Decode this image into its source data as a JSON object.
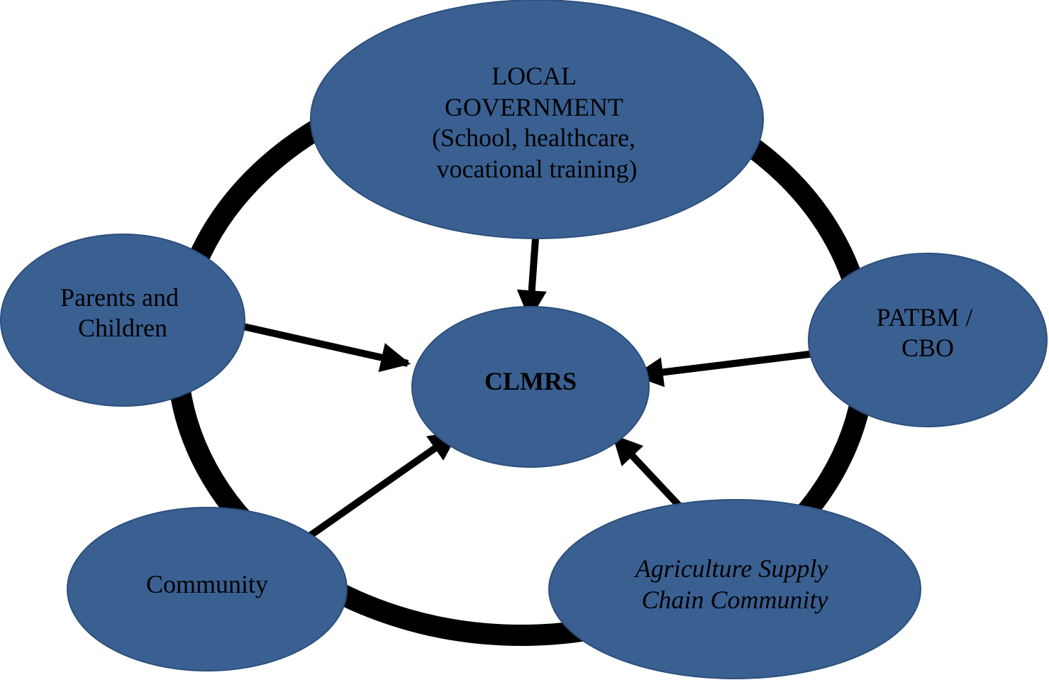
{
  "colors": {
    "node_fill": "#3a6092",
    "node_stroke": "#2c4f7c",
    "ring_stroke": "#000000",
    "arrow": "#000000",
    "text": "#000000",
    "background": "#ffffff"
  },
  "nodes": {
    "center": {
      "lines": [
        "CLMRS"
      ]
    },
    "local_government": {
      "lines": [
        "LOCAL",
        "GOVERNMENT",
        "(School, healthcare,",
        "vocational training)"
      ]
    },
    "parents_children": {
      "lines": [
        "Parents and",
        "Children"
      ]
    },
    "patbm_cbo": {
      "lines": [
        "PATBM /",
        "CBO"
      ]
    },
    "community": {
      "lines": [
        "Community"
      ]
    },
    "agriculture": {
      "lines": [
        "Agriculture Supply",
        "Chain Community"
      ]
    }
  },
  "edges": [
    {
      "from": "local_government",
      "to": "center"
    },
    {
      "from": "parents_children",
      "to": "center"
    },
    {
      "from": "patbm_cbo",
      "to": "center"
    },
    {
      "from": "community",
      "to": "center"
    },
    {
      "from": "agriculture",
      "to": "center"
    }
  ]
}
